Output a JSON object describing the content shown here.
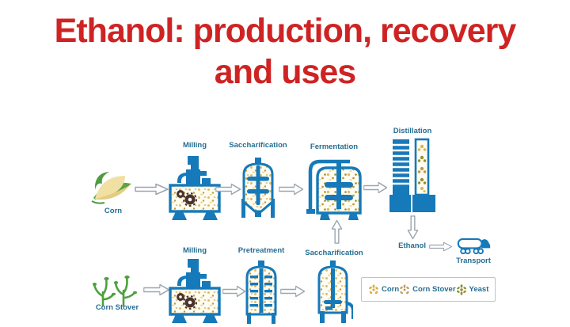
{
  "title": "Ethanol: production, recovery and uses",
  "process": {
    "corn_row": {
      "feedstock": "Corn",
      "milling": "Milling",
      "saccharification": "Saccharification",
      "fermentation": "Fermentation",
      "distillation": "Distillation"
    },
    "stover_row": {
      "feedstock": "Corn Stover",
      "milling": "Milling",
      "pretreatment": "Pretreatment",
      "saccharification": "Saccharification"
    },
    "output": {
      "product": "Ethanol",
      "transport": "Transport"
    }
  },
  "legend": {
    "items": [
      {
        "label": "Corn",
        "color": "#d9ae3c"
      },
      {
        "label": "Corn Stover",
        "color": "#c0995a"
      },
      {
        "label": "Yeast",
        "color": "#8e8c2e"
      }
    ]
  },
  "colors": {
    "title_red": "#cf2323",
    "equipment_blue": "#1679b9",
    "label_text": "#256e93",
    "arrow_outline": "#9ba6ad"
  }
}
